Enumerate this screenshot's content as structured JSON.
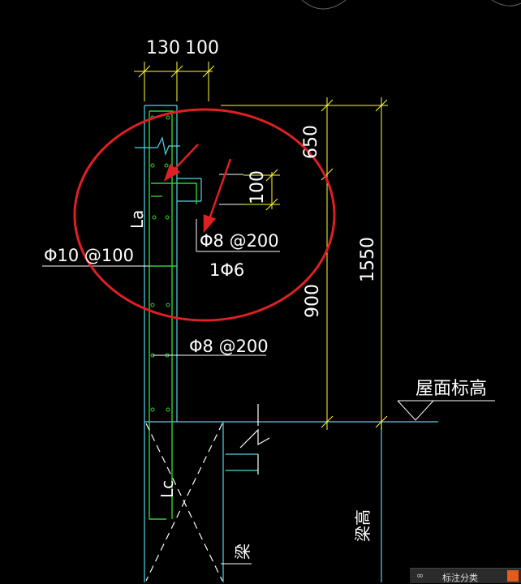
{
  "dims": {
    "top_a": "130",
    "top_b": "100",
    "d650": "650",
    "d100": "100",
    "d900": "900",
    "d1550": "1550"
  },
  "labels": {
    "lap_upper": "La",
    "lap_lower": "Lc",
    "rebar_main": "Φ10 @100",
    "rebar_stirrup_1": "Φ8 @200",
    "rebar_single": "1Φ6",
    "rebar_stirrup_2": "Φ8 @200",
    "roof_level": "屋面标高",
    "beam": "梁",
    "beam_height": "梁高"
  },
  "taskbar": {
    "icon": "∞",
    "label": "标注分类"
  },
  "colors": {
    "background": "#000000",
    "concrete": "#4fd6e8",
    "rebar": "#2fd12f",
    "dimension": "#ffff33",
    "annotation_circle": "#e02020",
    "text": "#ffffff"
  }
}
